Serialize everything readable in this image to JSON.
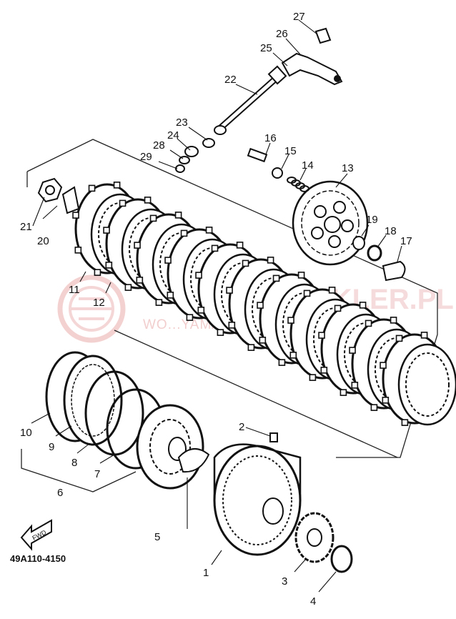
{
  "diagram": {
    "part_code": "49A110-4150",
    "fwd_label": "FWD",
    "watermark": {
      "line1": "...TOCYKLER.PL",
      "line2": "WO...YAMAHA"
    },
    "callouts": [
      {
        "id": "1",
        "label": "1"
      },
      {
        "id": "2",
        "label": "2"
      },
      {
        "id": "3",
        "label": "3"
      },
      {
        "id": "4",
        "label": "4"
      },
      {
        "id": "5",
        "label": "5"
      },
      {
        "id": "6",
        "label": "6"
      },
      {
        "id": "7",
        "label": "7"
      },
      {
        "id": "8",
        "label": "8"
      },
      {
        "id": "9",
        "label": "9"
      },
      {
        "id": "10",
        "label": "10"
      },
      {
        "id": "11",
        "label": "11"
      },
      {
        "id": "12",
        "label": "12"
      },
      {
        "id": "13",
        "label": "13"
      },
      {
        "id": "14",
        "label": "14"
      },
      {
        "id": "15",
        "label": "15"
      },
      {
        "id": "16",
        "label": "16"
      },
      {
        "id": "17",
        "label": "17"
      },
      {
        "id": "18",
        "label": "18"
      },
      {
        "id": "19",
        "label": "19"
      },
      {
        "id": "20",
        "label": "20"
      },
      {
        "id": "21",
        "label": "21"
      },
      {
        "id": "22",
        "label": "22"
      },
      {
        "id": "23",
        "label": "23"
      },
      {
        "id": "24",
        "label": "24"
      },
      {
        "id": "25",
        "label": "25"
      },
      {
        "id": "26",
        "label": "26"
      },
      {
        "id": "27",
        "label": "27"
      },
      {
        "id": "28",
        "label": "28"
      },
      {
        "id": "29",
        "label": "29"
      }
    ]
  }
}
